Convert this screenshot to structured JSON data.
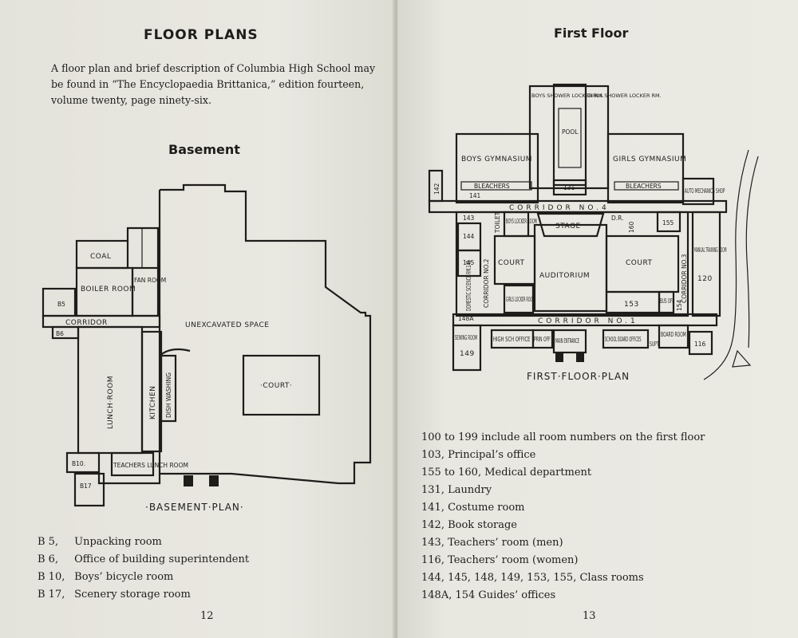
{
  "left_page": {
    "title": "FLOOR PLANS",
    "intro": "A floor plan and brief description of Columbia High School may be found in “The Encyclopaedia Brittanica,” edition fourteen, volume twenty, page ninety-six.",
    "subheading": "Basement",
    "plan": {
      "caption": "·BASEMENT·PLAN·",
      "labels": {
        "coal": "COAL",
        "boiler_room": "BOILER ROOM",
        "fan_room": "FAN ROOM",
        "b5": "B5",
        "b6": "B6",
        "corridor": "CORRIDOR",
        "unexcavated": "UNEXCAVATED SPACE",
        "court": "·COURT·",
        "lunch_room": "LUNCH·ROOM",
        "kitchen": "KITCHEN",
        "dish_washing": "DISH WASHING",
        "b10": "B10.",
        "teachers_lunch": "TEACHERS LUNCH ROOM",
        "b17": "B17"
      }
    },
    "legend": [
      {
        "key": "B   5,",
        "text": "Unpacking room"
      },
      {
        "key": "B   6,",
        "text": "Office of building superintendent"
      },
      {
        "key": "B 10,",
        "text": "Boys’ bicycle room"
      },
      {
        "key": "B 17,",
        "text": "Scenery storage room"
      }
    ],
    "page_number": "12"
  },
  "right_page": {
    "title": "First Floor",
    "plan": {
      "caption": "FIRST·FLOOR·PLAN",
      "labels": {
        "boys_shower": "BOYS SHOWER LOCKER RM.",
        "girls_shower": "GIRLS SHOWER LOCKER RM.",
        "pool": "POOL",
        "boys_gym": "BOYS GYMNASIUM",
        "girls_gym": "GIRLS GYMNASIUM",
        "bleachers": "BLEACHERS",
        "r141": "141",
        "r131": "131",
        "r142": "142",
        "auto_shop": "AUTO MECHANICS SHOP",
        "corridor4": "CORRIDOR NO.4",
        "r143": "143",
        "toilet": "TOILET",
        "boys_locker": "BOYS LOCKER ROOM",
        "stage": "STAGE",
        "dr": "D.R.",
        "r160": "160",
        "r155": "155",
        "r144": "144",
        "r145": "145",
        "court": "COURT",
        "auditorium": "AUDITORIUM",
        "corridor2": "CORRIDOR NO.2",
        "corridor3": "CORRIDOR NO.3",
        "manual_training": "MANUAL TRAINING ROOM",
        "r120": "120",
        "domestic": "DOMESTIC SCIENCE RM.148",
        "girls_locker": "GIRLS LOCKER ROOM",
        "r153": "153",
        "bus_off": "BUS OFF",
        "r154": "154",
        "r148a": "148A",
        "corridor1": "CORRIDOR NO.1",
        "sewing": "SEWING ROOM",
        "r149": "149",
        "high_sch_office": "HIGH SCH OFFICE",
        "prin_off": "PRIN OFF",
        "main_entrance": "MAIN ENTRANCE",
        "school_board": "SCHOOL BOARD OFFICES",
        "supt": "SUPT.",
        "board_room": "BOARD ROOM",
        "r116": "116"
      }
    },
    "legend": [
      "100 to 199 include all room numbers on the first floor",
      "103, Principal’s office",
      "155 to 160, Medical department",
      "131, Laundry",
      "141, Costume room",
      "142, Book storage",
      "143, Teachers’ room  (men)",
      "116, Teachers’ room  (women)",
      "144, 145, 148, 149, 153, 155, Class rooms",
      "148A, 154 Guides’ offices"
    ],
    "page_number": "13"
  }
}
